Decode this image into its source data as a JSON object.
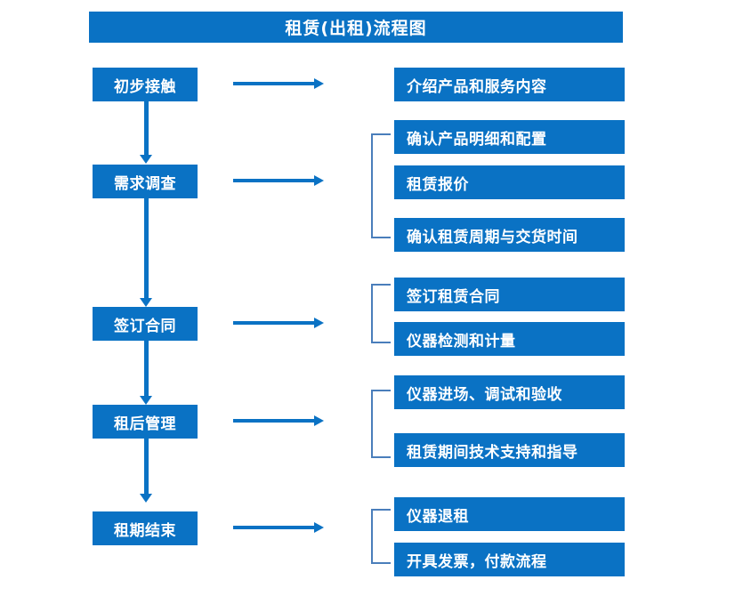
{
  "diagram": {
    "title": "租赁(出租)流程图",
    "colors": {
      "box_fill": "#0A72C4",
      "box_text": "#FFFFFF",
      "arrow": "#0A72C4",
      "bracket": "#4A7EBB",
      "background": "#FFFFFF"
    },
    "stages": [
      {
        "label": "初步接触",
        "details": [
          "介绍产品和服务内容"
        ],
        "bracketed": false
      },
      {
        "label": "需求调查",
        "details": [
          "确认产品明细和配置",
          "租赁报价",
          "确认租赁周期与交货时间"
        ],
        "bracketed": true
      },
      {
        "label": "签订合同",
        "details": [
          "签订租赁合同",
          "仪器检测和计量"
        ],
        "bracketed": true
      },
      {
        "label": "租后管理",
        "details": [
          "仪器进场、调试和验收",
          "租赁期间技术支持和指导"
        ],
        "bracketed": true
      },
      {
        "label": "租期结束",
        "details": [
          "仪器退租",
          "开具发票，付款流程"
        ],
        "bracketed": true
      }
    ]
  }
}
